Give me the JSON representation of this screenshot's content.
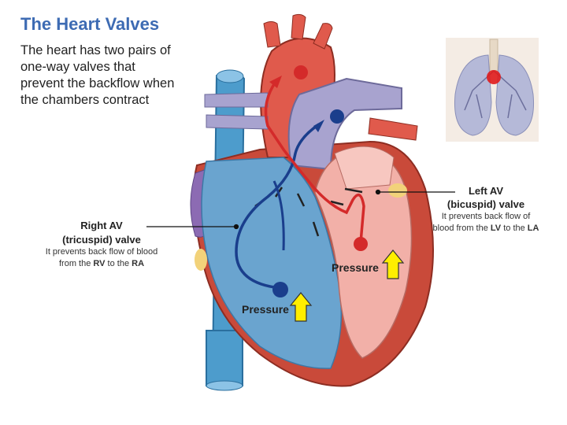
{
  "title": "The Heart Valves",
  "intro_lines": [
    "The heart has two pairs of",
    "one-way valves that",
    "prevent the backflow when",
    "the chambers contract"
  ],
  "left_av": {
    "name_line1": "Left AV",
    "name_line2": "(bicuspid) valve",
    "desc_line1": "It prevents back flow of",
    "desc_line2_pre": "blood from the ",
    "desc_line2_b1": "LV",
    "desc_line2_mid": " to the ",
    "desc_line2_b2": "LA"
  },
  "right_av": {
    "name_line1": "Right AV",
    "name_line2": "(tricuspid) valve",
    "desc_line1": "It prevents back flow of blood",
    "desc_line2_pre": "from the ",
    "desc_line2_b1": "RV",
    "desc_line2_mid": " to the ",
    "desc_line2_b2": "RA"
  },
  "pressure_left": "Pressure",
  "pressure_right": "Pressure",
  "colors": {
    "title": "#3d6bb3",
    "oxygenated": "#d42a2a",
    "deoxygenated": "#1a3e8c",
    "arrow_fill": "#ffee00",
    "heart_muscle": "#c94a3a",
    "right_chambers": "#6aa4cf",
    "left_chambers": "#f2b0a8"
  },
  "icons": [
    "lungs-icon",
    "heart-illustration",
    "pressure-arrow-icon"
  ]
}
